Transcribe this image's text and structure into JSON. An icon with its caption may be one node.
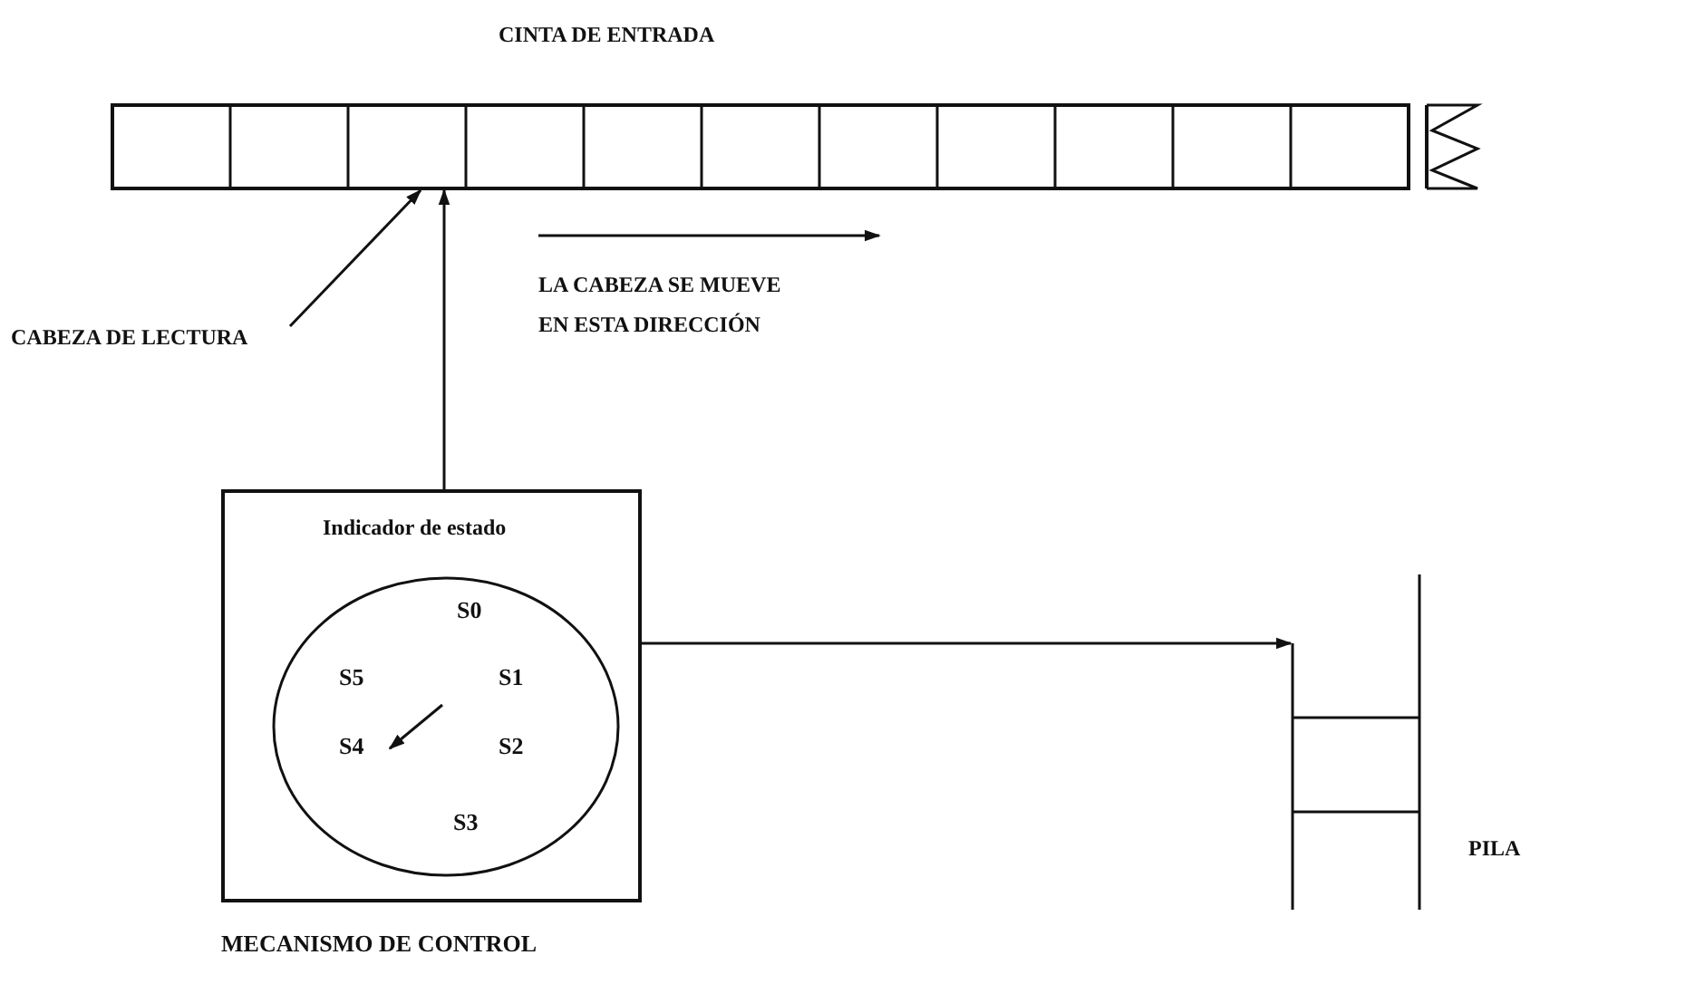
{
  "diagram": {
    "nodes": [
      {
        "text": [
          "CINTA DE ENTRADA"
        ]
      },
      {
        "text": [
          "CABEZA DE LECTURA"
        ]
      },
      {
        "text": [
          "Indicador de estado",
          "MECANISMO DE CONTROL"
        ]
      },
      {
        "text": [
          "S0",
          "S1",
          "S2",
          "S3",
          "S4",
          "S5"
        ],
        "in": 2
      },
      {
        "text": [],
        "shape": "box",
        "beside": [
          "PILA"
        ]
      }
    ],
    "edges": [
      {
        "from": 2,
        "to": 0,
        "arrow": "to"
      },
      {
        "from": 2,
        "to": 4,
        "arrow": "to"
      },
      {
        "from": 1,
        "to": 0,
        "arrow": "to"
      }
    ],
    "labels": [
      "LA CABEZA SE MUEVE EN ESTA DIRECCIÓN"
    ]
  }
}
